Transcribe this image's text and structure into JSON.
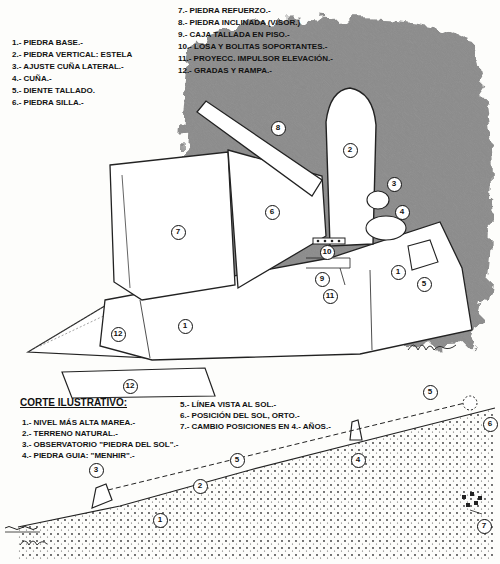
{
  "diagram": {
    "nodes": [
      {
        "text": [
          "1"
        ]
      },
      {
        "text": [
          "2"
        ]
      },
      {
        "text": [
          "3"
        ]
      },
      {
        "text": [
          "4"
        ]
      },
      {
        "text": [
          "5"
        ]
      },
      {
        "text": [
          "1"
        ]
      },
      {
        "text": [
          "6"
        ]
      },
      {
        "text": [
          "7"
        ]
      },
      {
        "text": [
          "8"
        ]
      },
      {
        "text": [
          "9"
        ]
      },
      {
        "text": [
          "10"
        ]
      },
      {
        "text": [
          "11"
        ]
      },
      {
        "text": [
          "12"
        ]
      },
      {
        "text": [
          "12"
        ]
      },
      {
        "text": [
          "5"
        ]
      },
      {
        "text": [
          "6"
        ]
      },
      {
        "text": [
          "5"
        ]
      },
      {
        "text": [
          "3"
        ]
      },
      {
        "text": [
          "4"
        ]
      },
      {
        "text": [
          "2"
        ]
      },
      {
        "text": [
          "1"
        ]
      },
      {
        "text": [
          "7"
        ]
      }
    ],
    "labels": [
      "1.- PIEDRA BASE.-",
      "2.- PIEDRA VERTICAL: ESTELA",
      "3.- AJUSTE CUÑA LATERAL.-",
      "4.- CUÑA.-",
      "5.- DIENTE TALLADO.",
      "6.- PIEDRA SILLA.-",
      "7.- PIEDRA REFUERZO.-",
      "8.- PIEDRA INCLINADA (VISOR.)",
      "9.- CAJA TALLADA EN PISO.-",
      "10.- LOSA Y BOLITAS SOPORTANTES.-",
      "11.- PROYECC. IMPULSOR ELEVACIÓN.-",
      "12.- GRADAS Y RAMPA.-",
      "CORTE ILUSTRATIVO:",
      "1.- NIVEL MÁS ALTA MAREA.-",
      "2.- TERRENO NATURAL.-",
      "3.- OBSERVATORIO \"PIEDRA DEL SOL\".-",
      "4.- PIEDRA GUIA: \"MENHIR\".-",
      "5.- LÍNEA VISTA AL SOL.-",
      "6.- POSICIÓN DEL SOL, ORTO.-",
      "7.- CAMBIO POSICIONES EN 4.- AÑOS.-"
    ]
  }
}
